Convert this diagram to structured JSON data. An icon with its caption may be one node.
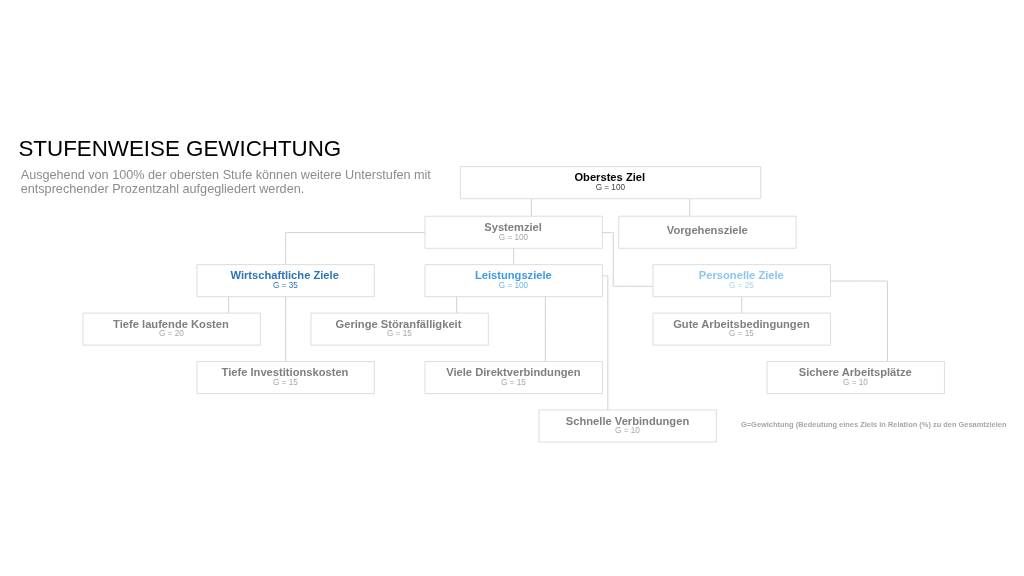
{
  "diagram": {
    "title": "STUFENWEISE GEWICHTUNG",
    "nodes": [
      {
        "text": [
          "Oberstes Ziel",
          "G = 100"
        ]
      },
      {
        "text": [
          "Systemziel",
          "G = 100"
        ]
      },
      {
        "text": [
          "Vorgehensziele"
        ]
      },
      {
        "text": [
          "Wirtschaftliche Ziele",
          "G = 35"
        ]
      },
      {
        "text": [
          "Tiefe laufende Kosten",
          "G = 20"
        ]
      },
      {
        "text": [
          "Tiefe Investitionskosten",
          "G = 15"
        ]
      },
      {
        "text": [
          "Leistungsziele",
          "G = 100"
        ]
      },
      {
        "text": [
          "Geringe Störanfälligkeit",
          "G = 15"
        ]
      },
      {
        "text": [
          "Viele Direktverbindungen",
          "G = 15"
        ]
      },
      {
        "text": [
          "Schnelle Verbindungen",
          "G = 10"
        ]
      },
      {
        "text": [
          "Personelle Ziele",
          "G = 25"
        ]
      },
      {
        "text": [
          "Gute Arbeitsbedingungen",
          "G = 15"
        ]
      },
      {
        "text": [
          "Sichere Arbeitsplätze",
          "G = 10"
        ]
      }
    ],
    "edges": [
      {
        "from": 0,
        "to": 1,
        "arrow": "none"
      },
      {
        "from": 0,
        "to": 2,
        "arrow": "none"
      },
      {
        "from": 1,
        "to": 3,
        "arrow": "none"
      },
      {
        "from": 1,
        "to": 6,
        "arrow": "none"
      },
      {
        "from": 1,
        "to": 10,
        "arrow": "none"
      },
      {
        "from": 3,
        "to": 4,
        "arrow": "none"
      },
      {
        "from": 3,
        "to": 5,
        "arrow": "none"
      },
      {
        "from": 6,
        "to": 7,
        "arrow": "none"
      },
      {
        "from": 6,
        "to": 8,
        "arrow": "none"
      },
      {
        "from": 6,
        "to": 9,
        "arrow": "none"
      },
      {
        "from": 10,
        "to": 11,
        "arrow": "none"
      },
      {
        "from": 10,
        "to": 12,
        "arrow": "none"
      }
    ],
    "labels": [
      "Ausgehend von 100% der obersten Stufe können weitere Unterstufen mit entsprechender Prozentzahl aufgegliedert werden.",
      "G=Gewichtung (Bedeutung eines Ziels in Relation (%) zu den Gesamtzielen"
    ]
  }
}
